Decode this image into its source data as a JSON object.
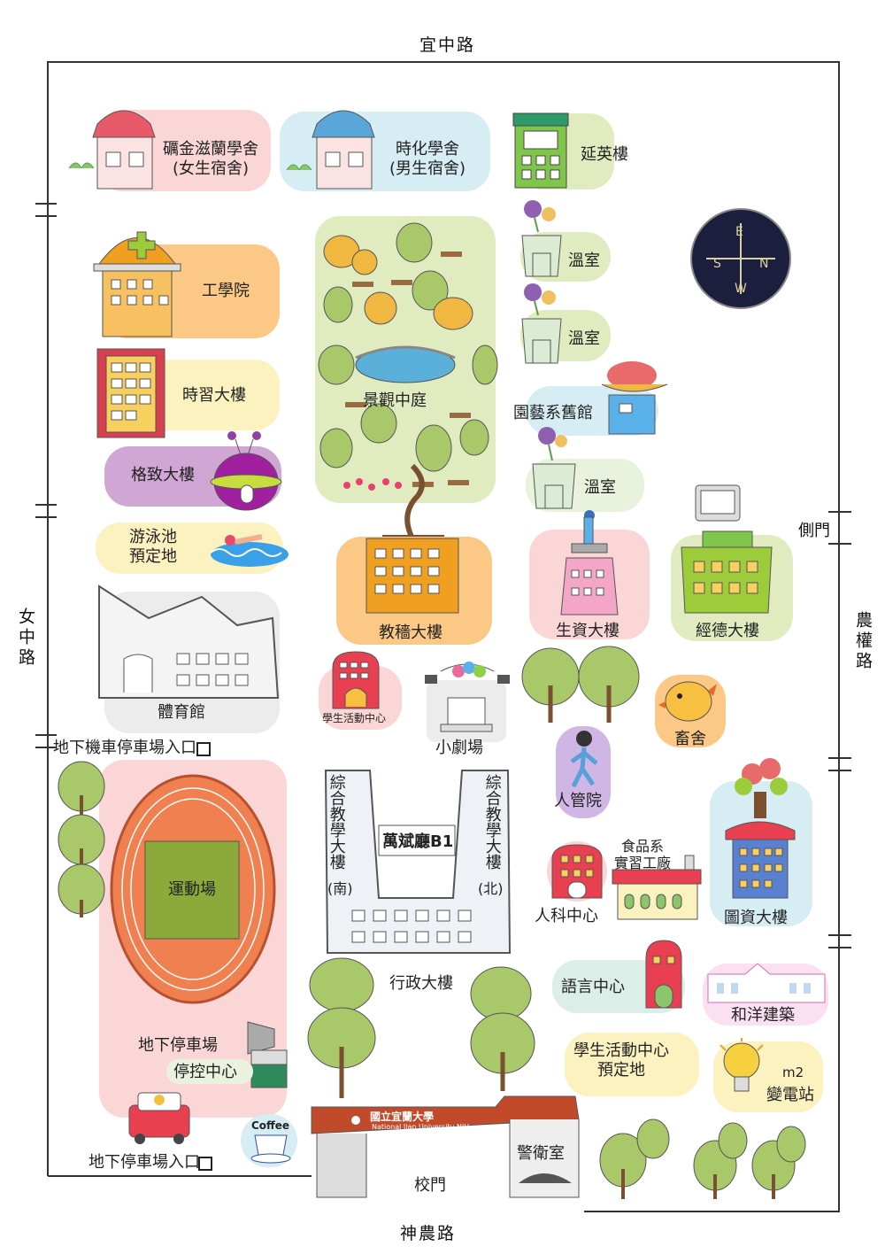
{
  "roads": {
    "north": "宜中路",
    "south": "神農路",
    "west": "女中路",
    "east": "農權路",
    "side_gate": "側門"
  },
  "buildings": {
    "girls_dorm": [
      "礪金滋蘭學舍",
      "(女生宿舍)"
    ],
    "boys_dorm": [
      "時化學舍",
      "(男生宿舍)"
    ],
    "yanying": "延英樓",
    "greenhouse": "溫室",
    "engineering": "工學院",
    "shixi": "時習大樓",
    "gezhi": "格致大樓",
    "courtyard": "景觀中庭",
    "horticulture": "園藝系舊館",
    "pool": [
      "游泳池",
      "預定地"
    ],
    "gym": "體育館",
    "jiaosui": "教穡大樓",
    "shengzi": "生資大樓",
    "jingde": "經德大樓",
    "student_center_small": "學生活動中心",
    "theater": "小劇場",
    "barn": "畜舍",
    "moto_parking": "地下機車停車場入口",
    "stadium": "運動場",
    "complex_south": [
      "綜",
      "合",
      "教",
      "學",
      "大",
      "樓",
      "(南)"
    ],
    "complex_north": [
      "綜",
      "合",
      "教",
      "學",
      "大",
      "樓",
      "(北)"
    ],
    "wanbin": "萬斌廳B1",
    "admin": "行政大樓",
    "personnel": "人管院",
    "food_factory": [
      "食品系",
      "實習工廠"
    ],
    "humanities": "人科中心",
    "library": "圖資大樓",
    "language": "語言中心",
    "heyang": "和洋建築",
    "student_center_site": [
      "學生活動中心",
      "預定地"
    ],
    "underground_parking": "地下停車場",
    "parking_control": "停控中心",
    "substation_unit": "m2",
    "substation": "變電站",
    "parking_entrance": "地下停車場入口",
    "coffee": "Coffee",
    "guard": "警衛室",
    "gate": "校門",
    "gate_sign_cn": "國立宜蘭大學",
    "gate_sign_en": "National Ilan University NIU"
  },
  "compass": [
    "E",
    "S",
    "N",
    "W"
  ],
  "colors": {
    "pink_pad": "#fbd6d6",
    "blue_pad": "#d6edf3",
    "green_pad": "#e0ecc0",
    "orange_pad": "#fbc985",
    "yellow_pad": "#fbf2c0",
    "purple_pad": "#cfa6d4",
    "gray_pad": "#ececec",
    "light_green_pad": "#e8f2dc"
  }
}
